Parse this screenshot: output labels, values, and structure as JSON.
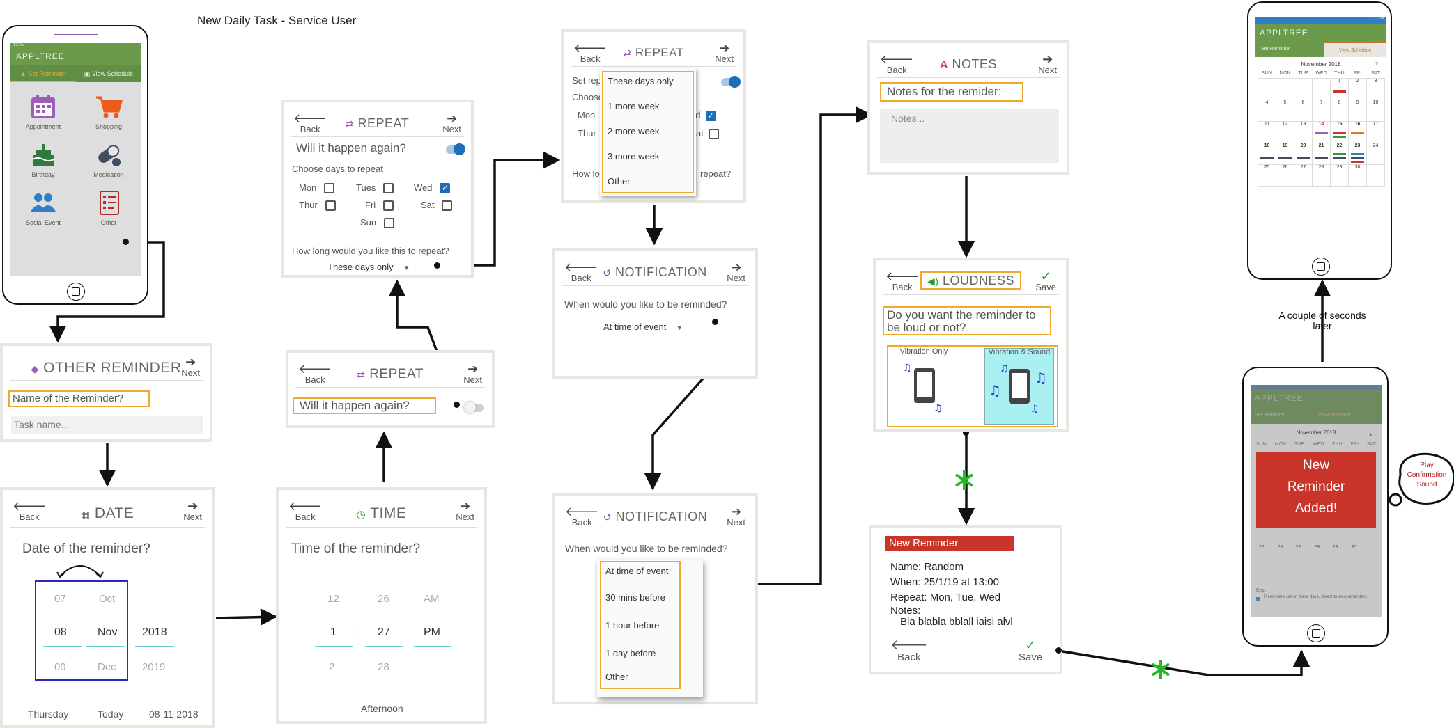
{
  "title": "New Daily Task - Service User",
  "colors": {
    "accent_orange": "#f0a830",
    "app_green": "#6a9a4a",
    "connector": "#111111",
    "green_star": "#22bb22",
    "alert_red": "#c9352b",
    "selected_blue": "#1d6fb8"
  },
  "phone1": {
    "status": "13:25",
    "app": "APPLTREE",
    "tab_set": "Set Reminder",
    "tab_view": "View Schedule",
    "tiles": [
      {
        "label": "Appointment",
        "icon": "calendar-icon"
      },
      {
        "label": "Shopping",
        "icon": "cart-icon"
      },
      {
        "label": "Birthday",
        "icon": "cake-icon"
      },
      {
        "label": "Medication",
        "icon": "pill-icon"
      },
      {
        "label": "Social Event",
        "icon": "people-icon"
      },
      {
        "label": "Other",
        "icon": "checklist-icon"
      }
    ]
  },
  "other_reminder": {
    "back": "",
    "next": "Next",
    "title": "OTHER REMINDER",
    "question": "Name of the Reminder?",
    "placeholder": "Task name..."
  },
  "date": {
    "back": "Back",
    "next": "Next",
    "title": "DATE",
    "question": "Date of the reminder?",
    "day_prev": "07",
    "day": "08",
    "day_next": "09",
    "month_prev": "Oct",
    "month": "Nov",
    "month_next": "Dec",
    "year": "2018",
    "year_next": "2019",
    "footer_left": "Thursday",
    "footer_mid": "Today",
    "footer_right": "08-11-2018"
  },
  "time": {
    "back": "Back",
    "next": "Next",
    "title": "TIME",
    "question": "Time of the reminder?",
    "h_prev": "12",
    "h": "1",
    "h_next": "2",
    "m_prev": "26",
    "m": "27",
    "m_next": "28",
    "ap_prev": "AM",
    "ap": "PM",
    "sep": ":",
    "footer": "Afternoon"
  },
  "repeat_off": {
    "back": "Back",
    "next": "Next",
    "title": "REPEAT",
    "question": "Will it happen again?"
  },
  "repeat_on": {
    "back": "Back",
    "next": "Next",
    "title": "REPEAT",
    "question": "Will it happen again?",
    "choose": "Choose days to repeat",
    "days": {
      "mon": "Mon",
      "tues": "Tues",
      "wed": "Wed",
      "thur": "Thur",
      "fri": "Fri",
      "sat": "Sat",
      "sun": "Sun"
    },
    "how_long": "How long would you like this to repeat?",
    "dropdown": "These days only"
  },
  "repeat_dd": {
    "back": "Back",
    "next": "Next",
    "title": "REPEAT",
    "set_rep": "Set rep",
    "choose": "Choose",
    "mon": "Mon",
    "thur": "Thur",
    "ed": "ed",
    "at": "at",
    "how_long": "How lon",
    "repeat_tail": "repeat?",
    "options": [
      "These days only",
      "1 more week",
      "2 more week",
      "3 more week",
      "Other"
    ]
  },
  "notification1": {
    "back": "Back",
    "next": "Next",
    "title": "NOTIFICATION",
    "question": "When would you like to be reminded?",
    "dropdown": "At time of event"
  },
  "notification2": {
    "back": "Back",
    "next": "Next",
    "title": "NOTIFICATION",
    "question": "When would you like to be reminded?",
    "options": [
      "At time of event",
      "30 mins before",
      "1 hour before",
      "1 day before",
      "Other"
    ]
  },
  "notes": {
    "back": "Back",
    "next": "Next",
    "title": "NOTES",
    "question": "Notes for the remider:",
    "placeholder": "Notes..."
  },
  "loudness": {
    "back": "Back",
    "save": "Save",
    "title": "LOUDNESS",
    "question": "Do you want the reminder to be loud or not?",
    "opt1": "Vibration Only",
    "opt2": "Vibration & Sound"
  },
  "summary": {
    "header": "New Reminder",
    "name": "Name: Random",
    "when": "When: 25/1/19  at  13:00",
    "repeat": "Repeat: Mon, Tue, Wed",
    "notes_label": "Notes:",
    "notes": "Bla blabla bblall iaisi alvl",
    "back": "Back",
    "save": "Save"
  },
  "phone2": {
    "app": "APPLTREE",
    "tab_set": "Set Reminder",
    "tab_view": "View Schedule",
    "month": "November 2018",
    "alert_l1": "New",
    "alert_l2": "Reminder",
    "alert_l3": "Added!",
    "key": "Key:",
    "key_text": "Reminders set on these days. Select to view reminders.",
    "row_tail": [
      "25",
      "26",
      "27",
      "28",
      "29",
      "30"
    ]
  },
  "thought": {
    "l1": "Play",
    "l2": "Confirmation",
    "l3": "Sound"
  },
  "later": {
    "l1": "A couple of seconds",
    "l2": "later"
  },
  "phone3": {
    "status": "11:09",
    "app": "APPLTREE",
    "tab_set": "Set Reminder",
    "tab_view": "View Schedule",
    "month": "November 2018",
    "weekdays": [
      "SUN",
      "MON",
      "TUE",
      "WED",
      "THU",
      "FRI",
      "SAT"
    ],
    "rows": [
      [
        "",
        "",
        "",
        "",
        "1",
        "2",
        "3"
      ],
      [
        "4",
        "5",
        "6",
        "7",
        "8",
        "9",
        "10"
      ],
      [
        "11",
        "12",
        "13",
        "14",
        "15",
        "16",
        "17"
      ],
      [
        "18",
        "19",
        "20",
        "21",
        "22",
        "23",
        "24"
      ],
      [
        "25",
        "26",
        "27",
        "28",
        "29",
        "30",
        ""
      ]
    ]
  }
}
